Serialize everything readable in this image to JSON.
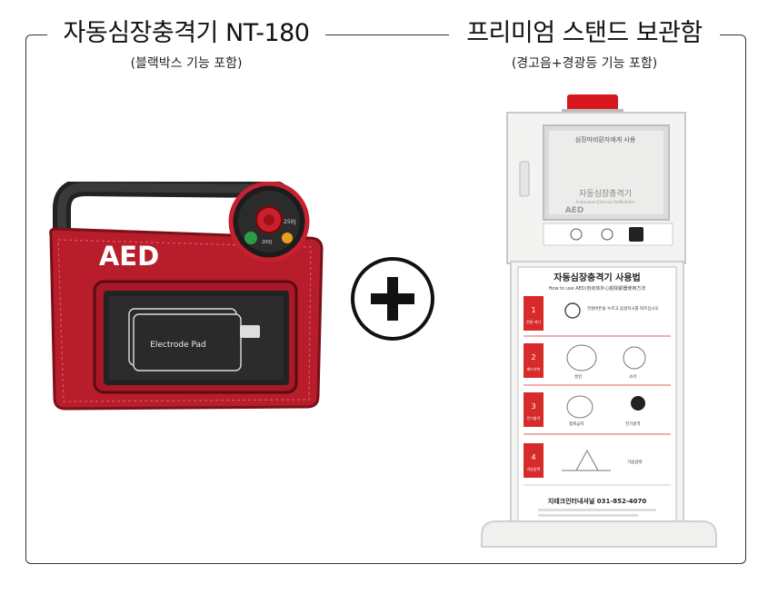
{
  "left_product": {
    "title": "자동심장충격기 NT-180",
    "subtitle": "(블랙박스 기능 포함)",
    "device": {
      "brand_label": "AED",
      "pad_label": "Electrode Pad",
      "knob_labels": [
        "200J",
        "250J"
      ]
    }
  },
  "right_product": {
    "title": "프리미엄 스탠드 보관함",
    "subtitle": "(경고음+경광등 기능 포함)",
    "cabinet": {
      "window_header": "심장마비환자에게 사용",
      "window_device_title": "자동심장충격기",
      "window_device_sub": "Automated External Defibrillator",
      "window_aed": "AED",
      "guide_title": "자동심장충격기 사용법",
      "guide_subtitle": "How to use AED/自动体外心脏除颤器使用方法",
      "steps": [
        {
          "num": "1",
          "label": "전원 켜기",
          "text": "전원버튼을 누르고 음성지시를 따르십시오"
        },
        {
          "num": "2",
          "label": "패드부착",
          "text_a": "성인",
          "text_b": "소아"
        },
        {
          "num": "3",
          "label": "전기충격",
          "text_a": "접촉금지",
          "text_b": "전기충격"
        },
        {
          "num": "4",
          "label": "가슴압박",
          "text": "가슴압박"
        }
      ],
      "footer_company": "지테크인터내셔널 031-852-4070"
    }
  },
  "colors": {
    "frame": "#333333",
    "aed_red": "#c8202e",
    "cabinet": "#f2f2f0",
    "guide_red": "#d72a2a",
    "plus": "#111111"
  }
}
